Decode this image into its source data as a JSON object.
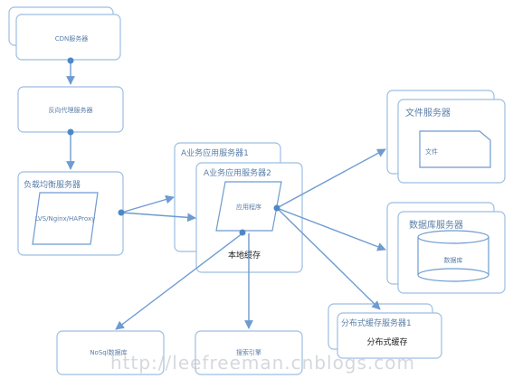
{
  "colors": {
    "line": "#6e9bd0",
    "box": "#9dbde2",
    "dot": "#4d88c6",
    "text": "#5a7fa8"
  },
  "nodes": {
    "cdn": "CDN服务器",
    "reverse_proxy": "反向代理服务器",
    "load_balancer": "负载均衡服务器",
    "lb_software": "LVS/Nginx/HAProxy",
    "app_server_1": "A业务应用服务器1",
    "app_server_2": "A业务应用服务器2",
    "app_program": "应用程序",
    "local_cache": "本地缓存",
    "file_server": "文件服务器",
    "file": "文件",
    "db_server": "数据库服务器",
    "database": "数据库",
    "dist_cache_server": "分布式缓存服务器1",
    "dist_cache": "分布式缓存",
    "nosql_db": "NoSql数据库",
    "search_engine": "搜索引擎"
  },
  "watermark": "http://leefreeman.cnblogs.com"
}
